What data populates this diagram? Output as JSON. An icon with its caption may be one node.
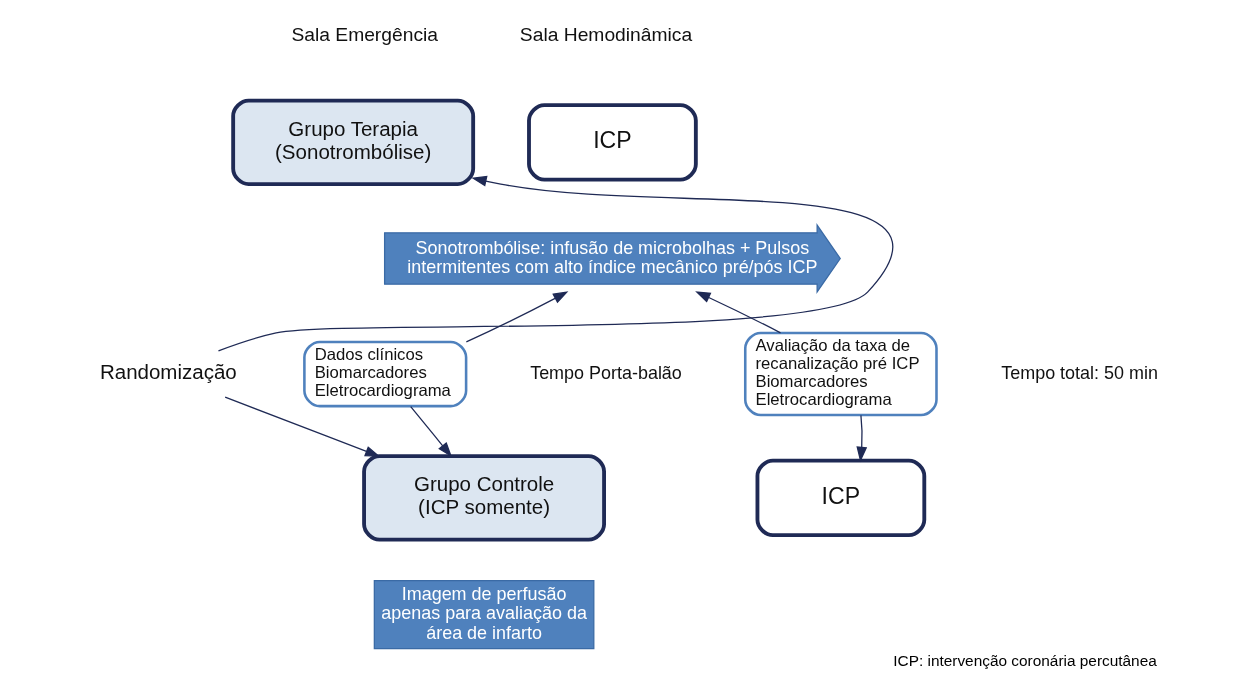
{
  "diagram": {
    "caption": "ICP: intervenção coronária percutânea",
    "nodes": [
      {
        "text": [
          "Grupo Terapia (Sonotrombólise)"
        ]
      },
      {
        "text": [
          "ICP"
        ]
      },
      {
        "text": [
          "Sonotrombólise: infusão de microbolhas + Pulsos intermitentes com alto índice mecânico pré/pós ICP"
        ]
      },
      {
        "text": [
          "Dados clínicos",
          "Biomarcadores",
          "Eletrocardiograma"
        ]
      },
      {
        "text": [
          "Avaliação da taxa de recanalização pré ICP",
          "Biomarcadores",
          "Eletrocardiograma"
        ]
      },
      {
        "text": [
          "Grupo Controle (ICP somente)"
        ]
      },
      {
        "text": [
          "ICP"
        ]
      },
      {
        "text": [
          "Imagem de perfusão apenas para avaliação da área de infarto"
        ]
      },
      {
        "text": [
          "Randomização"
        ]
      }
    ],
    "edges": [
      {
        "from": 8,
        "to": 0,
        "arrow": "to"
      },
      {
        "from": 8,
        "to": 5,
        "arrow": "to"
      },
      {
        "from": 3,
        "to": 2,
        "arrow": "to"
      },
      {
        "from": 3,
        "to": 5,
        "arrow": "to"
      },
      {
        "from": 4,
        "to": 2,
        "arrow": "to"
      },
      {
        "from": 4,
        "to": 6,
        "arrow": "to"
      }
    ],
    "labels": [
      "Sala Emergência",
      "Sala Hemodinâmica",
      "Tempo total: 50 min",
      "Tempo Porta-balão"
    ]
  }
}
